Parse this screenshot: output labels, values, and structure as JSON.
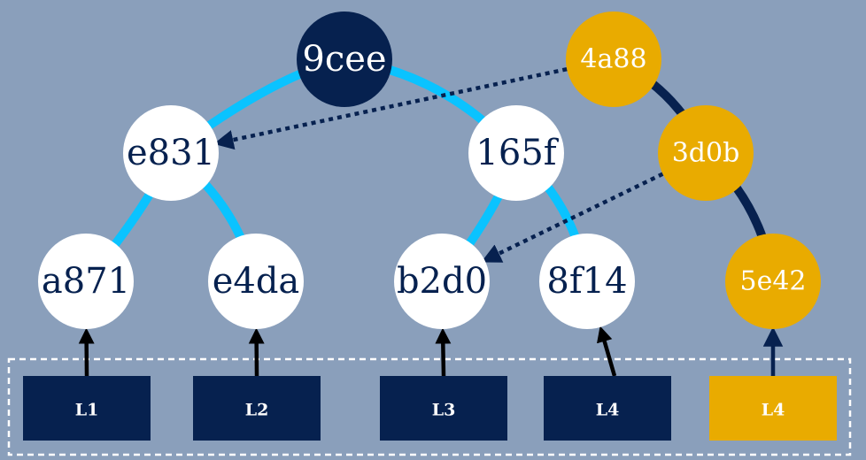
{
  "colors": {
    "background": "#8a9fbb",
    "edge_light": "#0ac3ff",
    "edge_dark": "#07214f",
    "node_white": "#ffffff",
    "node_navy": "#06214f",
    "node_gold": "#e9ab00",
    "leaf_navy": "#06214f",
    "leaf_gold": "#e9ab00",
    "text_navy": "#06214f",
    "text_white": "#ffffff",
    "dashed_box": "#ffffff"
  },
  "nodes": [
    {
      "id": "9cee",
      "label": "9cee",
      "style": "navy"
    },
    {
      "id": "e831",
      "label": "e831",
      "style": "white"
    },
    {
      "id": "165f",
      "label": "165f",
      "style": "white"
    },
    {
      "id": "a871",
      "label": "a871",
      "style": "white"
    },
    {
      "id": "e4da",
      "label": "e4da",
      "style": "white"
    },
    {
      "id": "b2d0",
      "label": "b2d0",
      "style": "white"
    },
    {
      "id": "8f14",
      "label": "8f14",
      "style": "white"
    },
    {
      "id": "4a88",
      "label": "4a88",
      "style": "gold"
    },
    {
      "id": "3d0b",
      "label": "3d0b",
      "style": "gold"
    },
    {
      "id": "5e42",
      "label": "5e42",
      "style": "gold"
    }
  ],
  "leaves": [
    {
      "id": "leaf-1",
      "label": "L1",
      "style": "navy"
    },
    {
      "id": "leaf-2",
      "label": "L2",
      "style": "navy"
    },
    {
      "id": "leaf-3",
      "label": "L3",
      "style": "navy"
    },
    {
      "id": "leaf-4",
      "label": "L4",
      "style": "navy"
    },
    {
      "id": "leaf-5",
      "label": "L4",
      "style": "gold"
    }
  ],
  "tree_edges": [
    {
      "from": "9cee",
      "to": "e831",
      "style": "light"
    },
    {
      "from": "9cee",
      "to": "165f",
      "style": "light"
    },
    {
      "from": "e831",
      "to": "a871",
      "style": "light"
    },
    {
      "from": "e831",
      "to": "e4da",
      "style": "light"
    },
    {
      "from": "165f",
      "to": "b2d0",
      "style": "light"
    },
    {
      "from": "165f",
      "to": "8f14",
      "style": "light"
    },
    {
      "from": "4a88",
      "to": "3d0b",
      "style": "dark"
    },
    {
      "from": "3d0b",
      "to": "5e42",
      "style": "dark"
    }
  ],
  "reference_arrows": [
    {
      "from": "4a88",
      "to": "e831"
    },
    {
      "from": "3d0b",
      "to": "b2d0"
    }
  ],
  "leaf_arrows": [
    {
      "from": "leaf-1",
      "to": "a871"
    },
    {
      "from": "leaf-2",
      "to": "e4da"
    },
    {
      "from": "leaf-3",
      "to": "b2d0"
    },
    {
      "from": "leaf-4",
      "to": "8f14"
    },
    {
      "from": "leaf-5",
      "to": "5e42"
    }
  ]
}
